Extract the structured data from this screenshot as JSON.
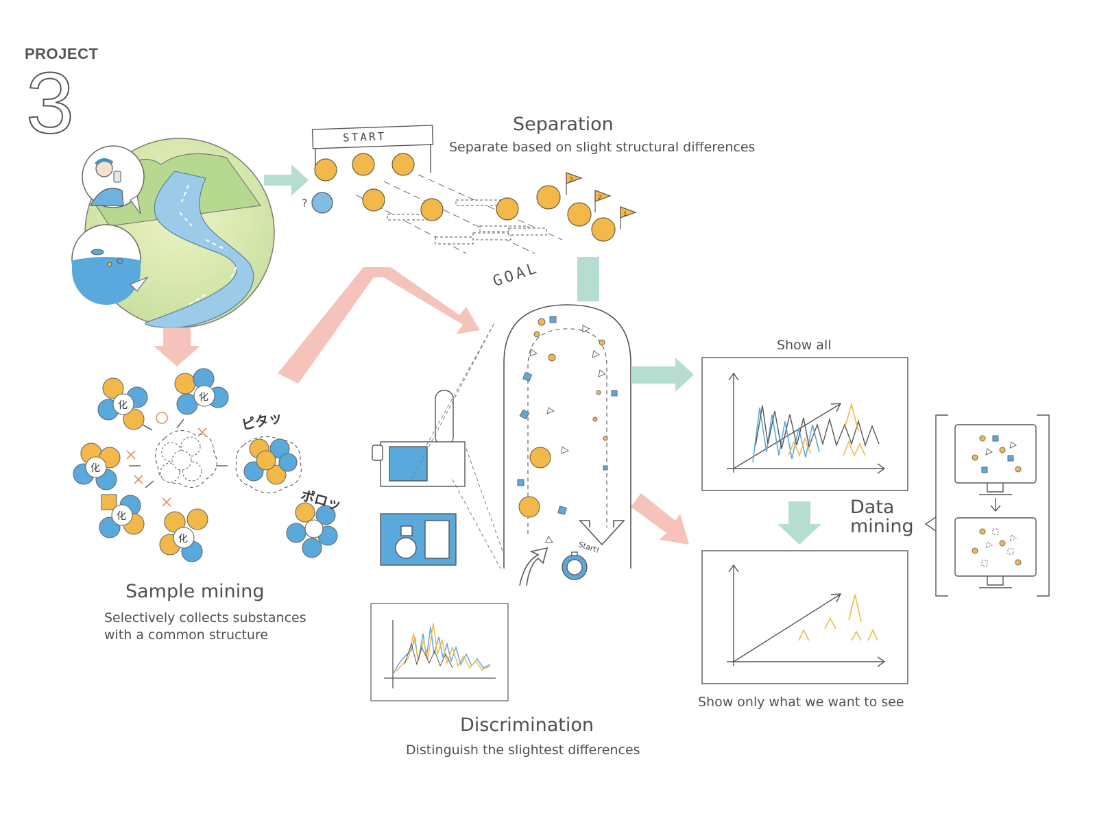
{
  "header": {
    "project_label": "PROJECT",
    "project_number": "3"
  },
  "separation": {
    "title": "Separation",
    "subtitle": "Separate based on slight structural differences",
    "start_sign": "START",
    "goal_sign": "GOAL",
    "flags": [
      "3",
      "2",
      "1"
    ]
  },
  "sample_mining": {
    "title": "Sample mining",
    "subtitle_line1": "Selectively collects substances",
    "subtitle_line2": "with a common structure",
    "molecule_kanji": "化",
    "katakana_fit": "ピタッ",
    "katakana_drop": "ポロッ"
  },
  "discrimination": {
    "title": "Discrimination",
    "subtitle": "Distinguish the slightest differences",
    "stopwatch_label": "Start!"
  },
  "data_mining": {
    "title_line1": "Data",
    "title_line2": "mining",
    "show_all": "Show all",
    "show_only": "Show only what we want to see"
  },
  "colors": {
    "blue": "#5aa9dc",
    "orange": "#f2b94a",
    "green_arrow": "#a9d8c8",
    "pink_arrow": "#f5b8ae",
    "ink": "#555555",
    "land": "#d8e7a6",
    "water": "#7fbde3"
  }
}
